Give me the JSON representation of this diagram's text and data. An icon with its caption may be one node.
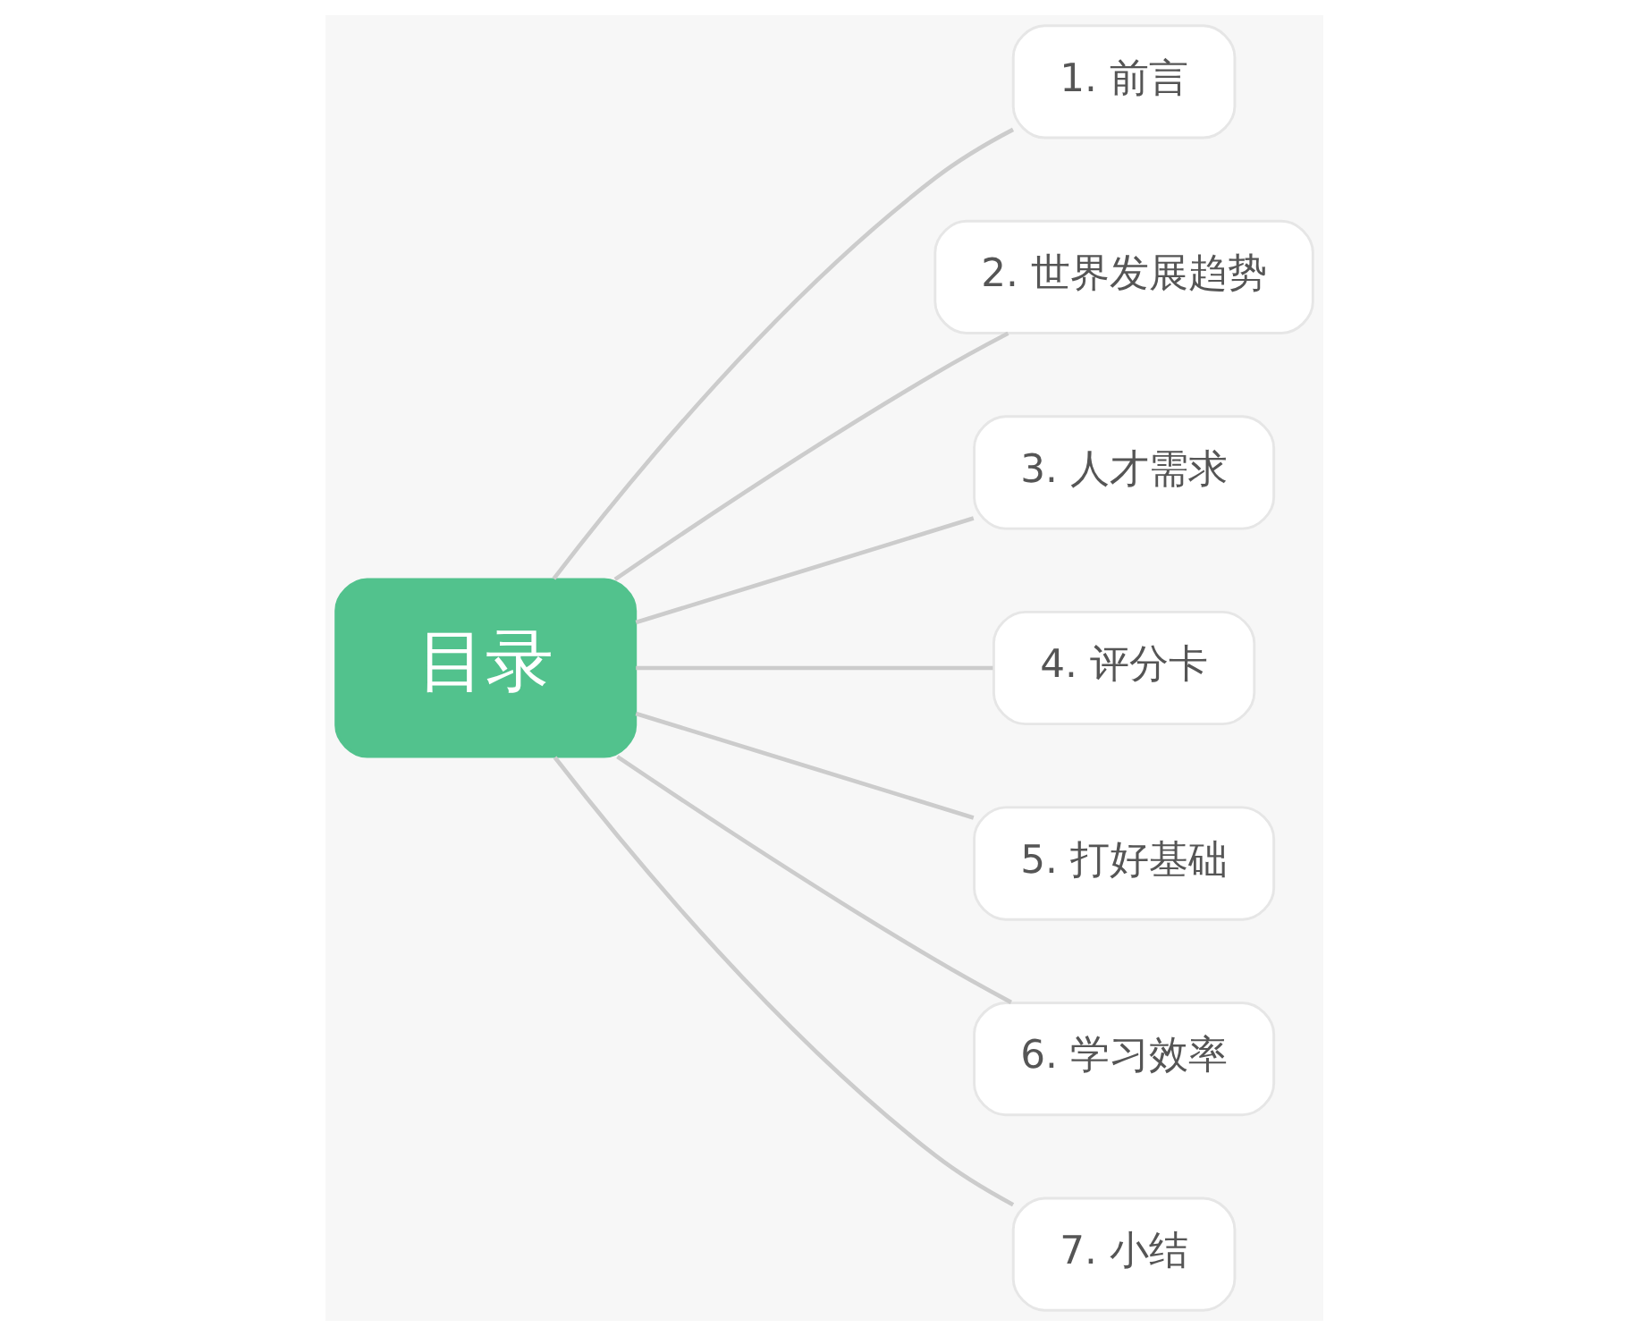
{
  "diagram": {
    "nodes": [
      {
        "text": [
          "目录"
        ]
      },
      {
        "text": [
          "1. 前言"
        ]
      },
      {
        "text": [
          "2. 世界发展趋势"
        ]
      },
      {
        "text": [
          "3. 人才需求"
        ]
      },
      {
        "text": [
          "4. 评分卡"
        ]
      },
      {
        "text": [
          "5. 打好基础"
        ]
      },
      {
        "text": [
          "6. 学习效率"
        ]
      },
      {
        "text": [
          "7. 小结"
        ]
      }
    ],
    "edges": [
      {
        "from": 0,
        "to": 1,
        "arrow": "none"
      },
      {
        "from": 0,
        "to": 2,
        "arrow": "none"
      },
      {
        "from": 0,
        "to": 3,
        "arrow": "none"
      },
      {
        "from": 0,
        "to": 4,
        "arrow": "none"
      },
      {
        "from": 0,
        "to": 5,
        "arrow": "none"
      },
      {
        "from": 0,
        "to": 6,
        "arrow": "none"
      },
      {
        "from": 0,
        "to": 7,
        "arrow": "none"
      }
    ]
  }
}
